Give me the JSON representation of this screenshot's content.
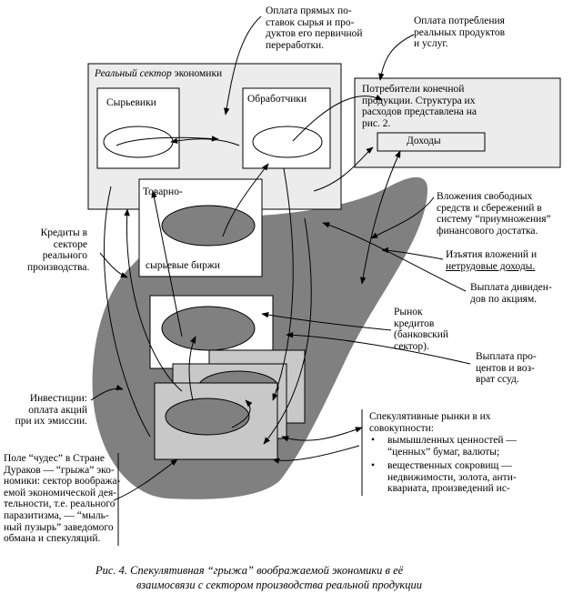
{
  "boxes": {
    "real_sector_italic": "Реальный сектор",
    "real_sector_rest": " экономики",
    "raw_producers": "Сырьевики",
    "processors": "Обработчики",
    "commodity_top": "Товарно-",
    "commodity_bottom": "сырьевые биржи",
    "consumers": "Потребители конечной\nпродукции. Структура их\nрасходов представлена на\nрис. 2.",
    "income": "Доходы"
  },
  "labels": {
    "pay_raw": "Оплата прямых по-\nставок сырья и про-\nдуктов его первичной\nпереработки.",
    "pay_consumption": "Оплата потребления\nреальных продуктов\nи услуг.",
    "investments_free": "Вложения свободных\nсредств и сбережений в\nсистему “приумножения”\nфинансового достатка.",
    "withdrawal": "Изъятия вложений и",
    "unearned": "нетрудовые доходы.",
    "dividends": "Выплата дивиден-\nдов по акциям.",
    "credit_market": "Рынок\nкредитов\n(банковский\nсектор).",
    "interest": "Выплата про-\nцентов и воз-\nврат ссуд.",
    "credits": "Кредиты в\nсекторе\nреального\nпроизводства.",
    "investments": "Инвестиции:\nоплата акций\nпри их эмиссии.",
    "field": "Поле “чудес” в Стране\nДураков — “грыжа” эко-\nномики: сектор вообража-\nемой экономической дея-\nтельности, т.е. реального\nпаразитизма, — “мыль-\nный пузырь” заведомого\nобмана и спекуляций.",
    "spec_title": "Спекулятивные рынки в их\nсовокупности:",
    "spec_items": [
      "вымышленных ценностей —\n“ценных” бумаг, валюты;",
      "вещественных сокровищ —\nнедвижимости, золота, анти-\nквариата, произведений ис-"
    ]
  },
  "caption": {
    "line1": "Рис. 4. Спекулятивная “грыжа” воображаемой экономики в её",
    "line2": "взаимосвязи с сектором производства реальной продукции"
  },
  "colors": {
    "hernia": "#808080",
    "real_sector_fill": "#ececec",
    "spec_market_fill": "#c8c8c8",
    "ellipse_fill": "#808080"
  }
}
